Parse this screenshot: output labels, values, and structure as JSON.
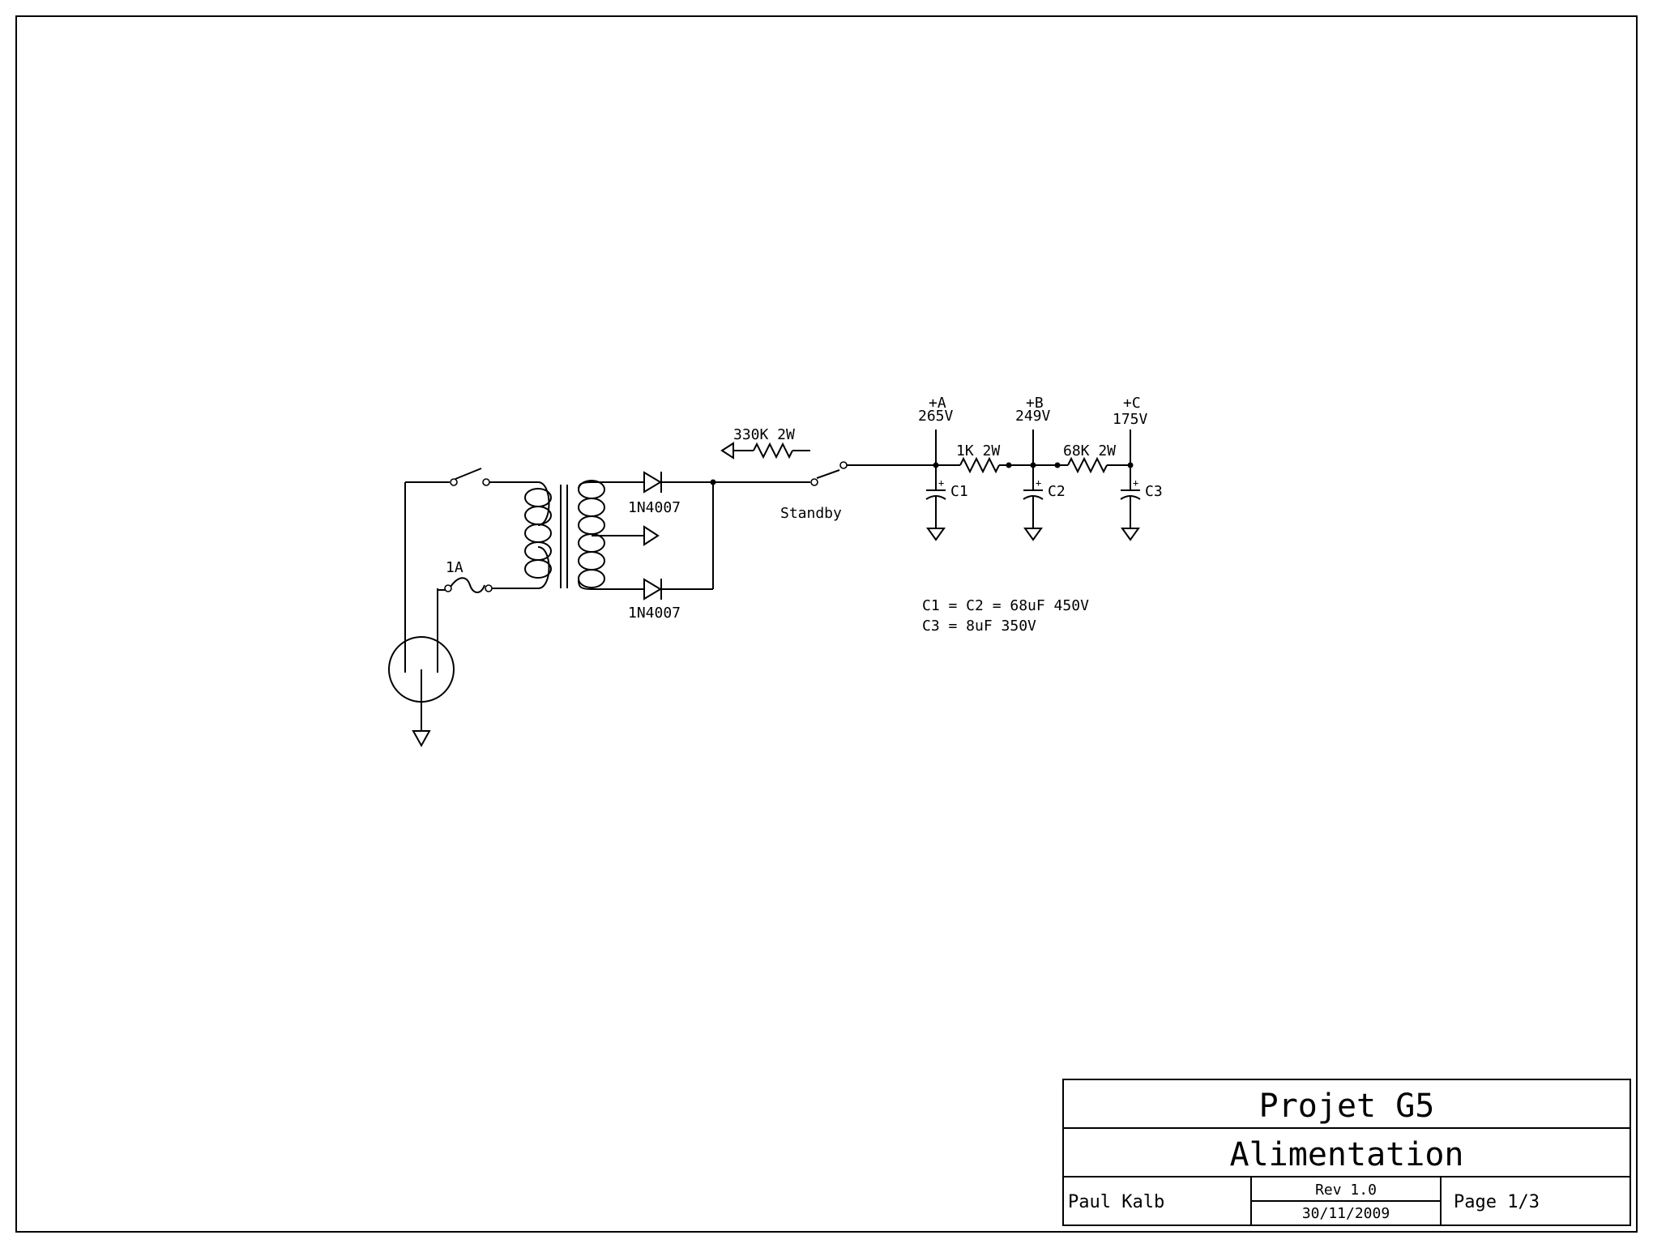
{
  "schematic": {
    "fuse_label": "1A",
    "diode_top_label": "1N4007",
    "diode_bottom_label": "1N4007",
    "bleeder_label": "330K 2W",
    "standby_label": "Standby",
    "rail_a_name": "+A",
    "rail_a_voltage": "265V",
    "rail_b_name": "+B",
    "rail_b_voltage": "249V",
    "rail_c_name": "+C",
    "rail_c_voltage": "175V",
    "r1_label": "1K 2W",
    "r2_label": "68K 2W",
    "c1_label": "C1",
    "c2_label": "C2",
    "c3_label": "C3",
    "cap_plus": "+",
    "note_line1": "C1 = C2 = 68uF 450V",
    "note_line2": "C3 = 8uF 350V"
  },
  "title_block": {
    "project": "Projet G5",
    "sheet_title": "Alimentation",
    "author": "Paul Kalb",
    "revision": "Rev 1.0",
    "date": "30/11/2009",
    "page": "Page 1/3"
  }
}
